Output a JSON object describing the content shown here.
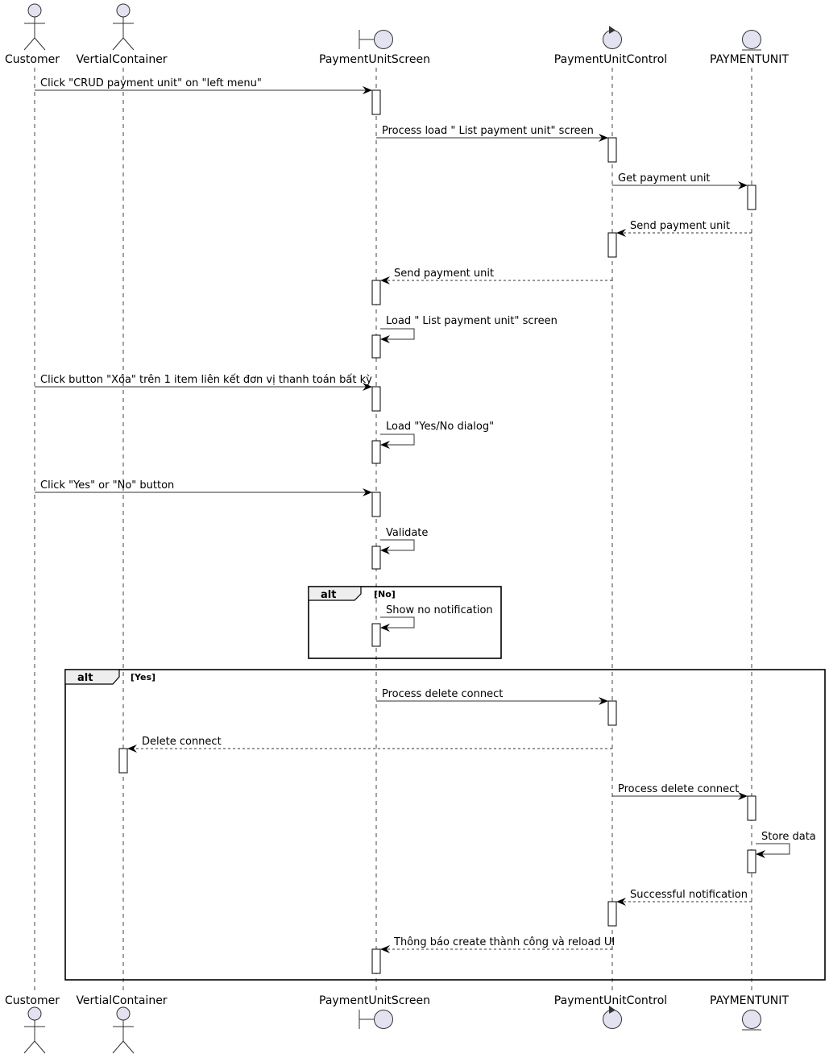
{
  "participants": [
    {
      "id": "customer",
      "label": "Customer",
      "kind": "actor"
    },
    {
      "id": "container",
      "label": "VertialContainer",
      "kind": "actor"
    },
    {
      "id": "screen",
      "label": "PaymentUnitScreen",
      "kind": "boundary"
    },
    {
      "id": "control",
      "label": "PaymentUnitControl",
      "kind": "control"
    },
    {
      "id": "entity",
      "label": "PAYMENTUNIT",
      "kind": "entity"
    }
  ],
  "messages": [
    {
      "from": "customer",
      "to": "screen",
      "text": "Click \"CRUD payment unit\" on \"left menu\"",
      "style": "solid"
    },
    {
      "from": "screen",
      "to": "control",
      "text": "Process load \" List payment unit\" screen",
      "style": "solid"
    },
    {
      "from": "control",
      "to": "entity",
      "text": "Get payment unit",
      "style": "solid"
    },
    {
      "from": "entity",
      "to": "control",
      "text": "Send payment unit",
      "style": "dashed"
    },
    {
      "from": "control",
      "to": "screen",
      "text": "Send payment unit",
      "style": "dashed"
    },
    {
      "from": "screen",
      "to": "screen",
      "text": "Load \" List payment unit\" screen",
      "style": "self"
    },
    {
      "from": "customer",
      "to": "screen",
      "text": "Click button \"Xóa\" trên 1 item liên kết đơn vị thanh toán bất kỳ",
      "style": "solid"
    },
    {
      "from": "screen",
      "to": "screen",
      "text": "Load \"Yes/No dialog\"",
      "style": "self"
    },
    {
      "from": "customer",
      "to": "screen",
      "text": "Click \"Yes\" or \"No\" button",
      "style": "solid"
    },
    {
      "from": "screen",
      "to": "screen",
      "text": "Validate",
      "style": "self"
    },
    {
      "from": "screen",
      "to": "screen",
      "text": "Show no notification",
      "style": "self"
    },
    {
      "from": "screen",
      "to": "control",
      "text": "Process delete connect",
      "style": "solid"
    },
    {
      "from": "control",
      "to": "container",
      "text": "Delete connect",
      "style": "dashed"
    },
    {
      "from": "control",
      "to": "entity",
      "text": "Process delete connect",
      "style": "solid"
    },
    {
      "from": "entity",
      "to": "entity",
      "text": "Store data",
      "style": "self"
    },
    {
      "from": "entity",
      "to": "control",
      "text": "Successful notification",
      "style": "dashed"
    },
    {
      "from": "control",
      "to": "screen",
      "text": "Thông báo create thành công và reload UI",
      "style": "dashed"
    }
  ],
  "fragments": [
    {
      "operator": "alt",
      "guard": "[No]"
    },
    {
      "operator": "alt",
      "guard": "[Yes]"
    }
  ]
}
